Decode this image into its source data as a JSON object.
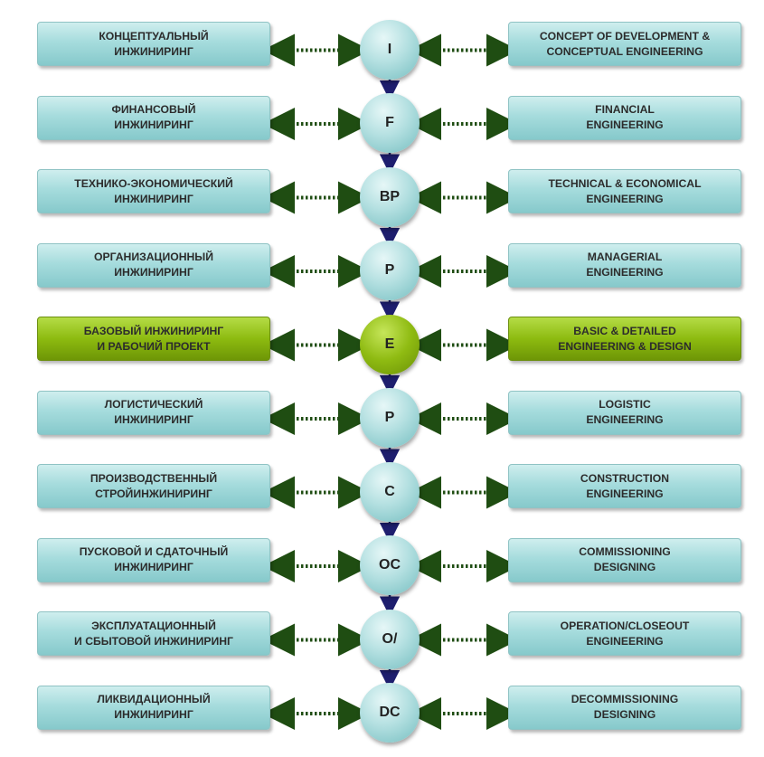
{
  "stages": [
    {
      "code": "I",
      "ru": [
        "КОНЦЕПТУАЛЬНЫЙ",
        "ИНЖИНИРИНГ"
      ],
      "en": [
        "CONCEPT OF DEVELOPMENT &",
        "CONCEPTUAL ENGINEERING"
      ],
      "highlight": false
    },
    {
      "code": "F",
      "ru": [
        "ФИНАНСОВЫЙ",
        "ИНЖИНИРИНГ"
      ],
      "en": [
        "FINANCIAL",
        "ENGINEERING"
      ],
      "highlight": false
    },
    {
      "code": "BP",
      "ru": [
        "ТЕХНИКО-ЭКОНОМИЧЕСКИЙ",
        "ИНЖИНИРИНГ"
      ],
      "en": [
        "TECHNICAL & ECONOMICAL",
        "ENGINEERING"
      ],
      "highlight": false
    },
    {
      "code": "P",
      "ru": [
        "ОРГАНИЗАЦИОННЫЙ",
        "ИНЖИНИРИНГ"
      ],
      "en": [
        "MANAGERIAL",
        "ENGINEERING"
      ],
      "highlight": false
    },
    {
      "code": "E",
      "ru": [
        "БАЗОВЫЙ ИНЖИНИРИНГ",
        "И РАБОЧИЙ ПРОЕКТ"
      ],
      "en": [
        "BASIC & DETAILED",
        "ENGINEERING & DESIGN"
      ],
      "highlight": true
    },
    {
      "code": "P",
      "ru": [
        "ЛОГИСТИЧЕСКИЙ",
        "ИНЖИНИРИНГ"
      ],
      "en": [
        "LOGISTIC",
        "ENGINEERING"
      ],
      "highlight": false
    },
    {
      "code": "C",
      "ru": [
        "ПРОИЗВОДСТВЕННЫЙ",
        "СТРОЙИНЖИНИРИНГ"
      ],
      "en": [
        "CONSTRUCTION",
        "ENGINEERING"
      ],
      "highlight": false
    },
    {
      "code": "OC",
      "ru": [
        "ПУСКОВОЙ И СДАТОЧНЫЙ",
        "ИНЖИНИРИНГ"
      ],
      "en": [
        "COMMISSIONING",
        "DESIGNING"
      ],
      "highlight": false
    },
    {
      "code": "O/",
      "ru": [
        "ЭКСПЛУАТАЦИОННЫЙ",
        "И СБЫТОВОЙ ИНЖИНИРИНГ"
      ],
      "en": [
        "OPERATION/CLOSEOUT",
        "ENGINEERING"
      ],
      "highlight": false
    },
    {
      "code": "DC",
      "ru": [
        "ЛИКВИДАЦИОННЫЙ",
        "ИНЖИНИРИНГ"
      ],
      "en": [
        "DECOMMISSIONING",
        "DESIGNING"
      ],
      "highlight": false
    }
  ],
  "colors": {
    "box_normal": "#a6dcdd",
    "box_highlight": "#8dbb10",
    "connector": "#1f4d12",
    "chain_arrow": "#1e1e6e"
  }
}
